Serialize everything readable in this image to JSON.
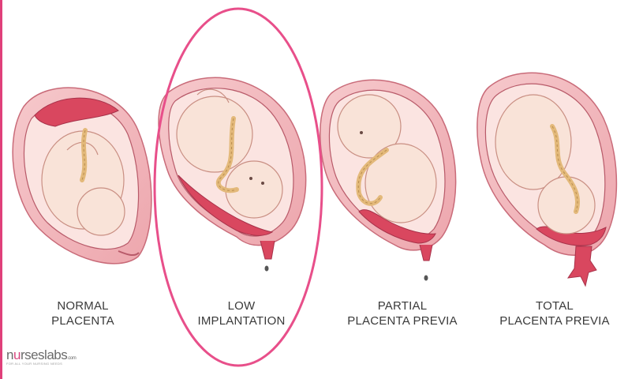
{
  "panels": [
    {
      "line1": "NORMAL",
      "line2": "PLACENTA"
    },
    {
      "line1": "LOW",
      "line2": "IMPLANTATION"
    },
    {
      "line1": "PARTIAL",
      "line2": "PLACENTA PREVIA"
    },
    {
      "line1": "TOTAL",
      "line2": "PLACENTA PREVIA"
    }
  ],
  "highlight": {
    "panel": "LOW IMPLANTATION",
    "color": "#e84f8a"
  },
  "logo": {
    "name_prefix": "n",
    "name_accent": "u",
    "name_suffix": "rseslabs",
    "name_tld": ".com",
    "tagline": "FOR ALL YOUR NURSING NEEDS"
  },
  "colors": {
    "uterus": "#f2b8bd",
    "wall": "#e9949d",
    "placenta": "#d9475f",
    "skin": "#f9e3d8",
    "cord": "#e3b97a"
  }
}
